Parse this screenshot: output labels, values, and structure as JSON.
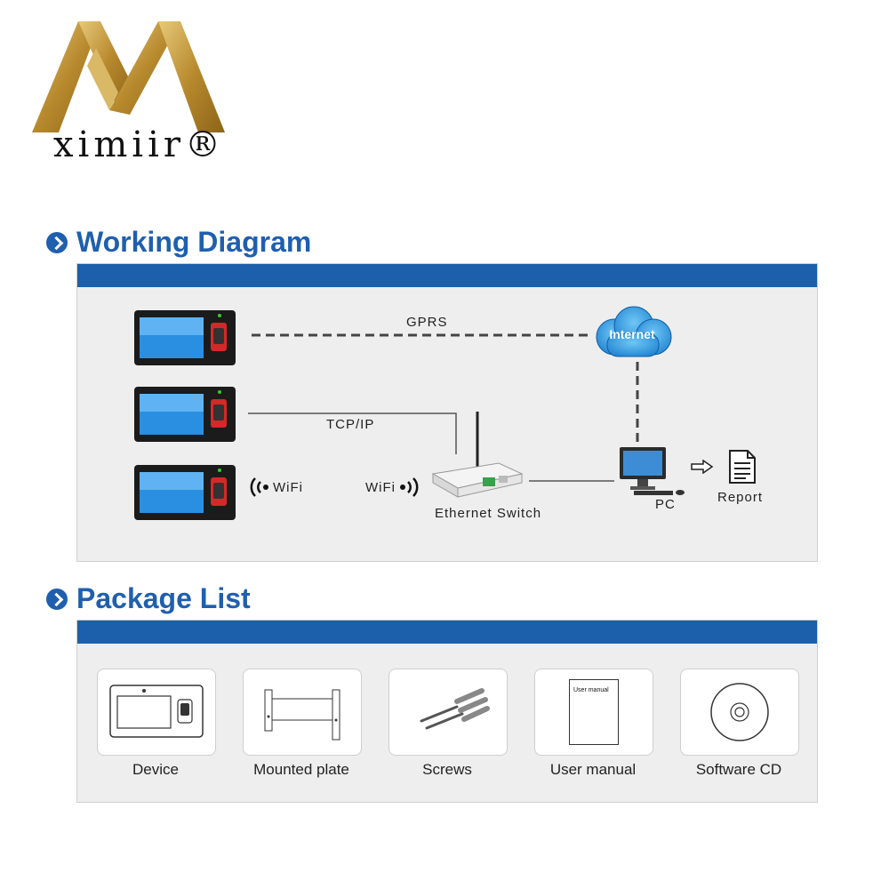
{
  "brand": {
    "name": "ximiir®",
    "colors": {
      "gold": "#c8a24a",
      "blue": "#1c5fab"
    }
  },
  "working_diagram": {
    "title": "Working Diagram",
    "labels": {
      "gprs": "GPRS",
      "internet": "Internet",
      "tcpip": "TCP/IP",
      "wifi_left": "WiFi",
      "wifi_right": "WiFi",
      "ethernet_switch": "Ethernet Switch",
      "pc": "PC",
      "report": "Report"
    }
  },
  "package_list": {
    "title": "Package List",
    "items": [
      {
        "label": "Device",
        "icon": "device-icon"
      },
      {
        "label": "Mounted plate",
        "icon": "mounting-plate-icon"
      },
      {
        "label": "Screws",
        "icon": "screws-icon"
      },
      {
        "label": "User manual",
        "icon": "user-manual-icon",
        "cover_text": "User manual"
      },
      {
        "label": "Software CD",
        "icon": "cd-icon"
      }
    ]
  }
}
